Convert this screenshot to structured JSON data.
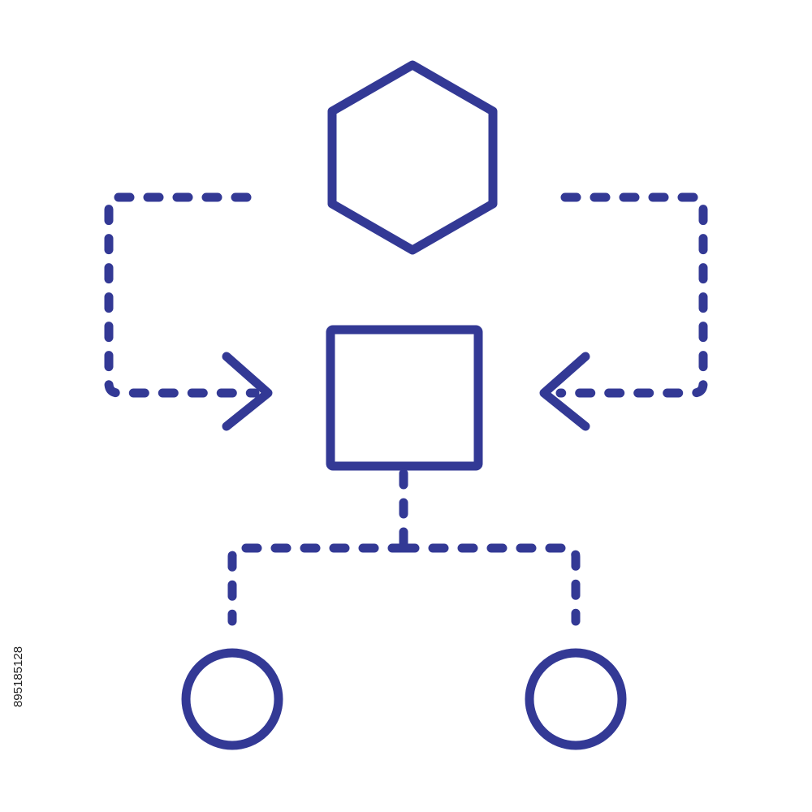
{
  "colors": {
    "stroke": "#333995",
    "background": "#ffffff"
  },
  "diagram": {
    "nodes": [
      {
        "id": "hexagon",
        "shape": "hexagon",
        "role": "top node"
      },
      {
        "id": "square",
        "shape": "square",
        "role": "central node"
      },
      {
        "id": "circle-left",
        "shape": "circle",
        "role": "bottom-left node"
      },
      {
        "id": "circle-right",
        "shape": "circle",
        "role": "bottom-right node"
      }
    ],
    "edges": [
      {
        "from": "hexagon",
        "to": "square",
        "style": "dashed",
        "side": "left",
        "arrow": true
      },
      {
        "from": "hexagon",
        "to": "square",
        "style": "dashed",
        "side": "right",
        "arrow": true
      },
      {
        "from": "square",
        "to": "circle-left",
        "style": "dashed",
        "arrow": false
      },
      {
        "from": "square",
        "to": "circle-right",
        "style": "dashed",
        "arrow": false
      }
    ]
  },
  "watermark": {
    "id_text": "895185128"
  }
}
